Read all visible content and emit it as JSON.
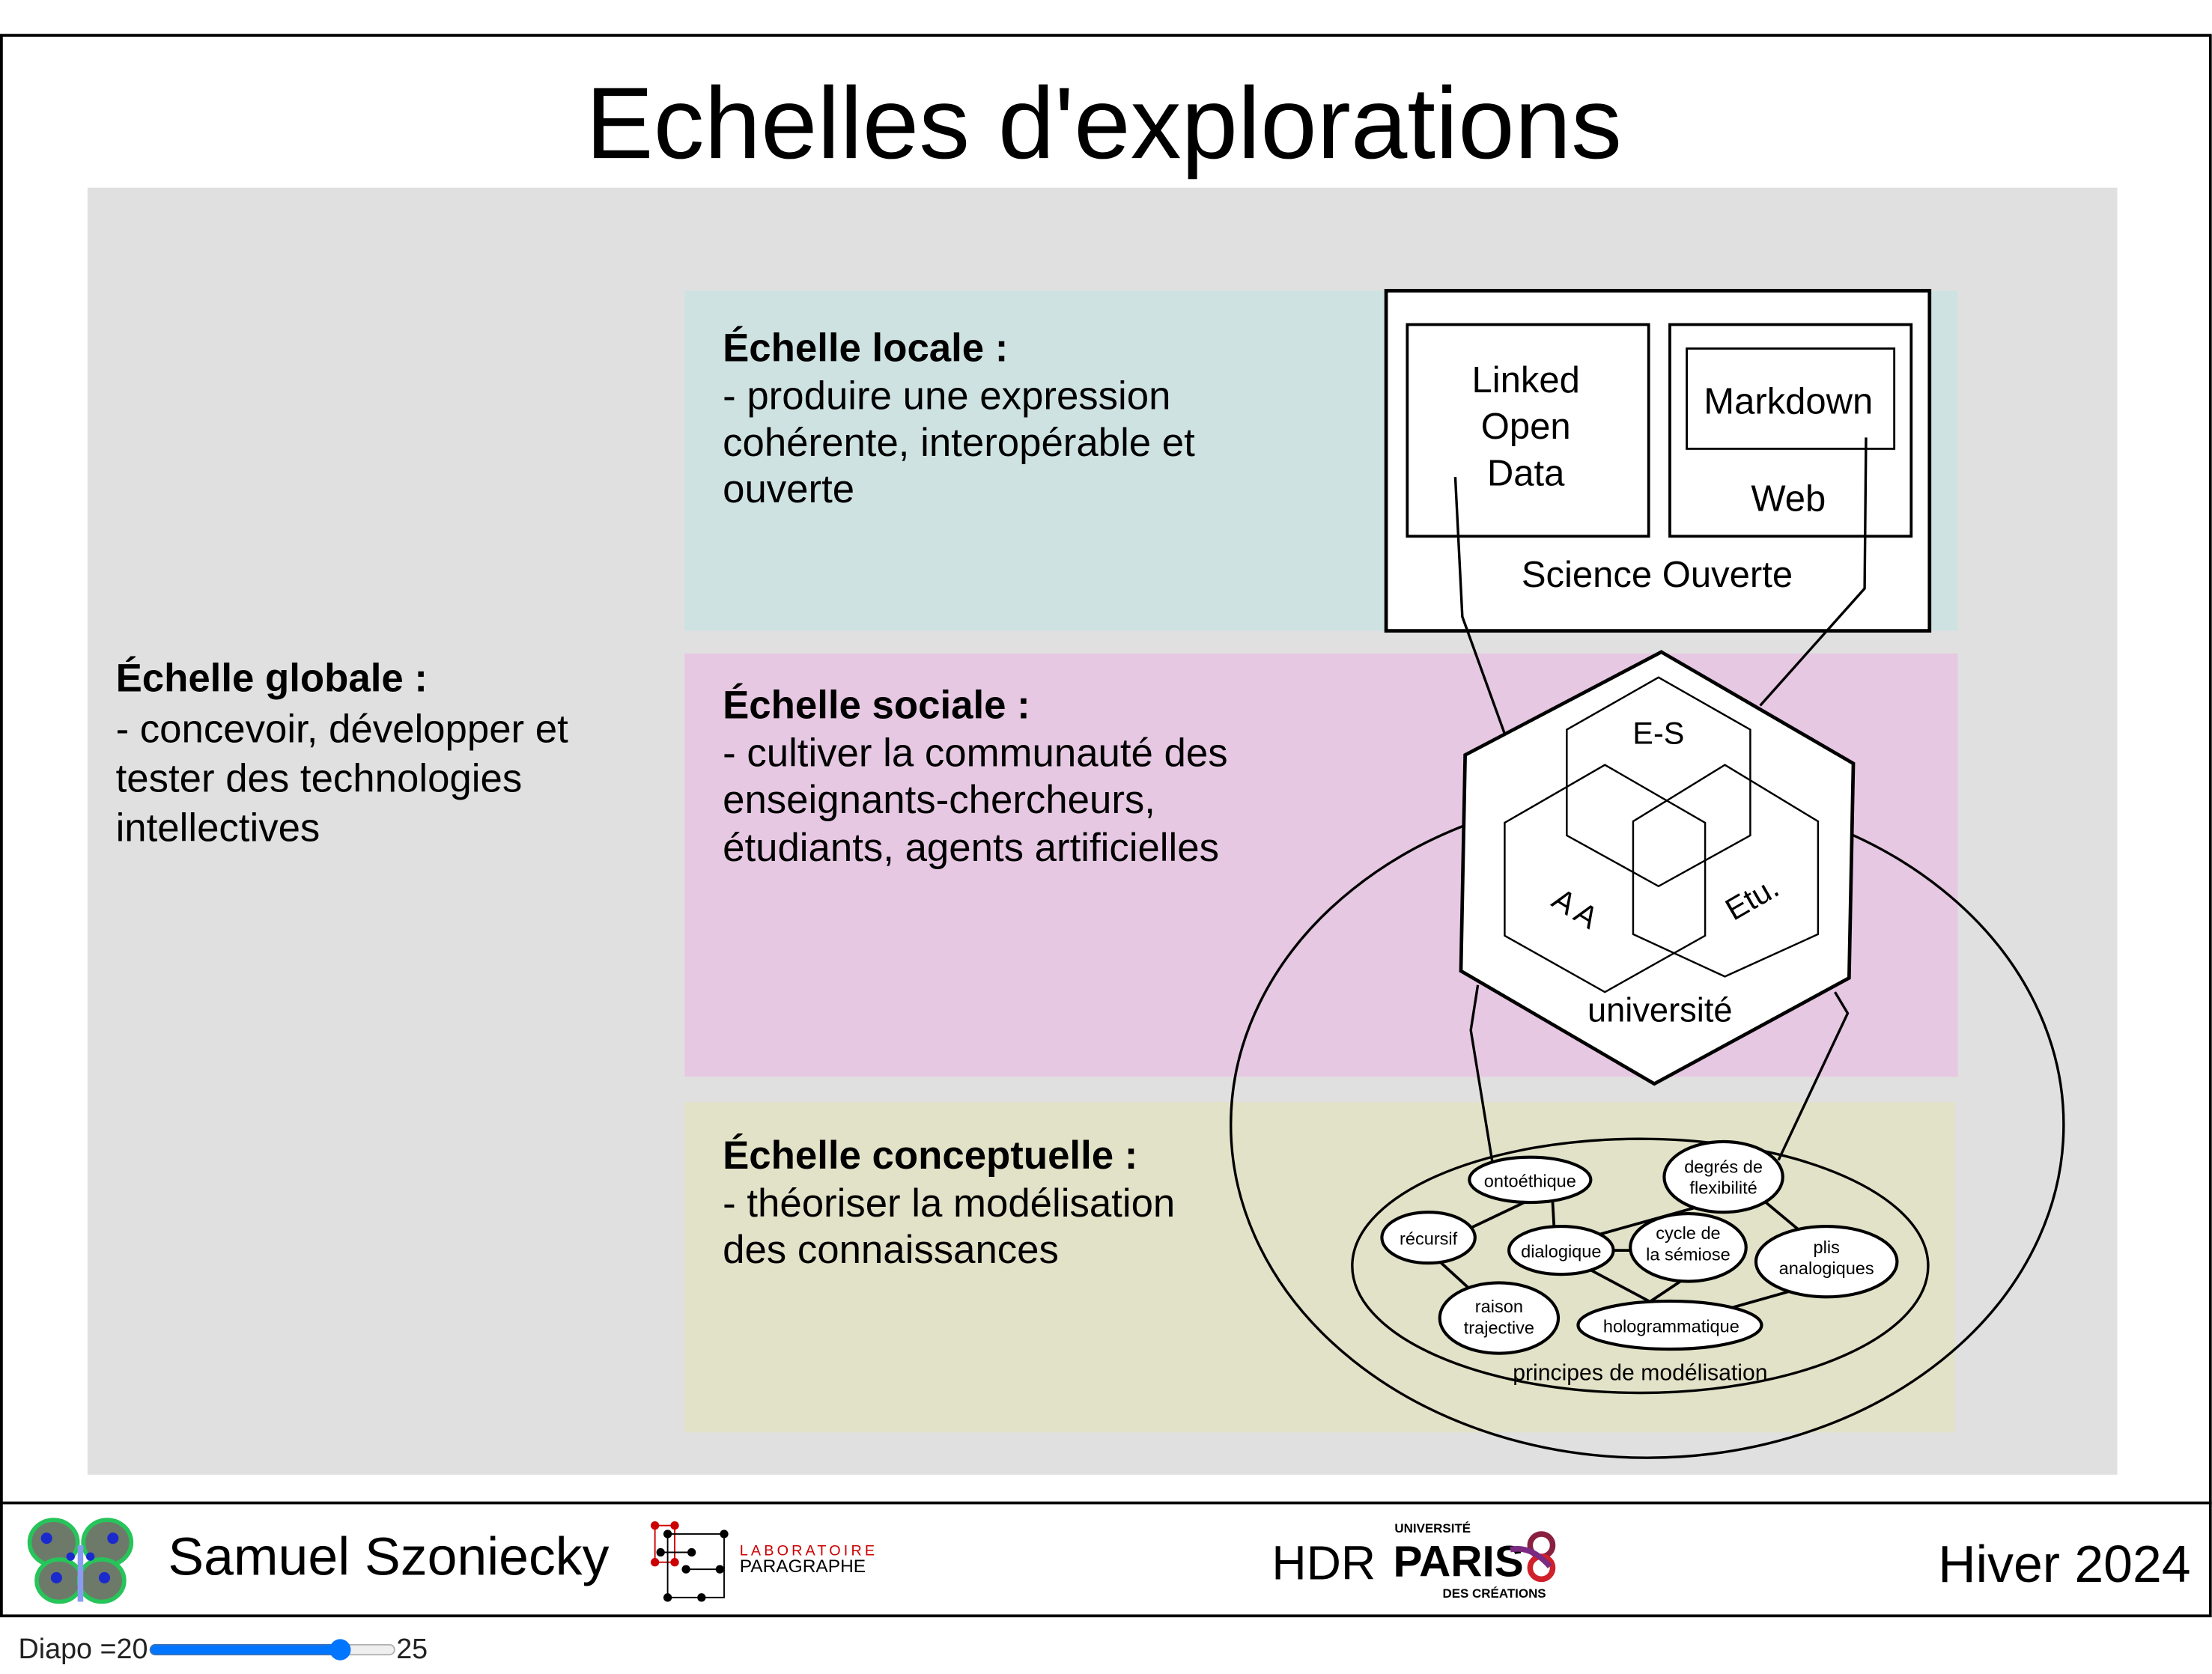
{
  "slide": {
    "title": "Echelles d'explorations",
    "global": {
      "heading": "Échelle globale :",
      "lines": [
        "- concevoir, développer et",
        "tester des technologies",
        "intellectives"
      ]
    },
    "locale": {
      "heading": "Échelle locale :",
      "lines": [
        "- produire une expression",
        "cohérente, interopérable et",
        "ouverte"
      ]
    },
    "sociale": {
      "heading": "Échelle sociale :",
      "lines": [
        "- cultiver la communauté des",
        "enseignants-chercheurs,",
        "étudiants, agents artificielles"
      ]
    },
    "conceptuelle": {
      "heading": "Échelle conceptuelle :",
      "lines": [
        "- théoriser la modélisation",
        "des connaissances"
      ]
    }
  },
  "diagram": {
    "science": {
      "lod": [
        "Linked",
        "Open",
        "Data"
      ],
      "markdown": "Markdown",
      "web": "Web",
      "label": "Science Ouverte"
    },
    "universite": {
      "es": "E-S",
      "aa": "A A",
      "etu": "Etu.",
      "label": "université"
    },
    "principes": {
      "label": "principes de modélisation",
      "nodes": {
        "ontoethique": [
          "ontoéthique"
        ],
        "degres": [
          "degrés de",
          "flexibilité"
        ],
        "recursif": [
          "récursif"
        ],
        "dialogique": [
          "dialogique"
        ],
        "cycle": [
          "cycle de",
          "la sémiose"
        ],
        "plis": [
          "plis",
          "analogiques"
        ],
        "raison": [
          "raison",
          "trajective"
        ],
        "holo": [
          "hologrammatique"
        ]
      }
    }
  },
  "footer": {
    "author": "Samuel Szoniecky",
    "lab_top": "LABORATOIRE",
    "lab_bottom": "PARAGRAPHE",
    "hdr": "HDR",
    "univ_top": "UNIVERSITÉ",
    "univ_name": "PARIS",
    "univ_bottom": "DES CRÉATIONS",
    "season": "Hiver 2024"
  },
  "nav": {
    "label": "Diapo = ",
    "value": 20,
    "min": 0,
    "max": 25,
    "max_label": "25"
  },
  "colors": {
    "panel": "#e0e0e0",
    "locale": "#cfe2e2",
    "sociale": "#e6c8e2",
    "conceptuelle": "#e2e2c8",
    "slider": "#0075ff"
  }
}
